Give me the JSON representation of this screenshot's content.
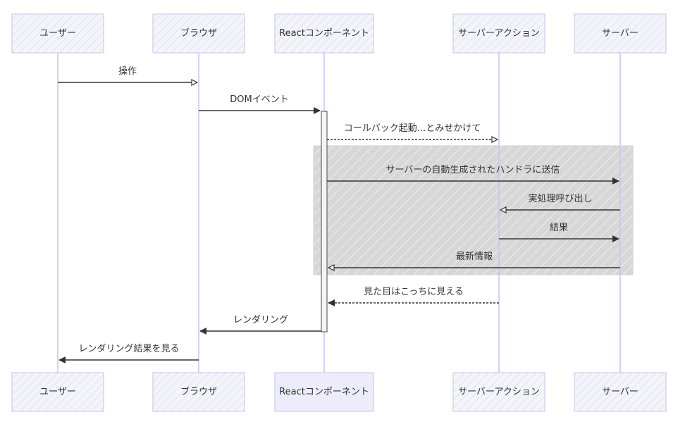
{
  "actors": [
    {
      "id": "user",
      "label": "ユーザー"
    },
    {
      "id": "browser",
      "label": "ブラウザ"
    },
    {
      "id": "react",
      "label": "Reactコンポーネント"
    },
    {
      "id": "action",
      "label": "サーバーアクション"
    },
    {
      "id": "server",
      "label": "サーバー"
    }
  ],
  "messages": [
    {
      "from": "user",
      "to": "browser",
      "label": "操作",
      "style": "solid",
      "arrow": "open"
    },
    {
      "from": "browser",
      "to": "react",
      "label": "DOMイベント",
      "style": "solid",
      "arrow": "filled"
    },
    {
      "from": "react",
      "to": "action",
      "label": "コールバック起動...とみせかけて",
      "style": "dotted",
      "arrow": "open"
    },
    {
      "from": "react",
      "to": "server",
      "label": "サーバーの自動生成されたハンドラに送信",
      "style": "solid",
      "arrow": "filled"
    },
    {
      "from": "server",
      "to": "action",
      "label": "実処理呼び出し",
      "style": "solid",
      "arrow": "open"
    },
    {
      "from": "action",
      "to": "server",
      "label": "結果",
      "style": "solid",
      "arrow": "filled"
    },
    {
      "from": "server",
      "to": "react",
      "label": "最新情報",
      "style": "solid",
      "arrow": "open"
    },
    {
      "from": "action",
      "to": "react",
      "label": "見た目はこっちに見える",
      "style": "dotted",
      "arrow": "filled"
    },
    {
      "from": "react",
      "to": "browser",
      "label": "レンダリング",
      "style": "solid",
      "arrow": "filled"
    },
    {
      "from": "browser",
      "to": "user",
      "label": "レンダリング結果を見る",
      "style": "solid",
      "arrow": "filled"
    }
  ],
  "highlight": {
    "from_message": 3,
    "to_message": 6,
    "color": "#cfcfcf"
  },
  "activation": {
    "actor": "react",
    "from_message": 1,
    "to_message": 8
  }
}
